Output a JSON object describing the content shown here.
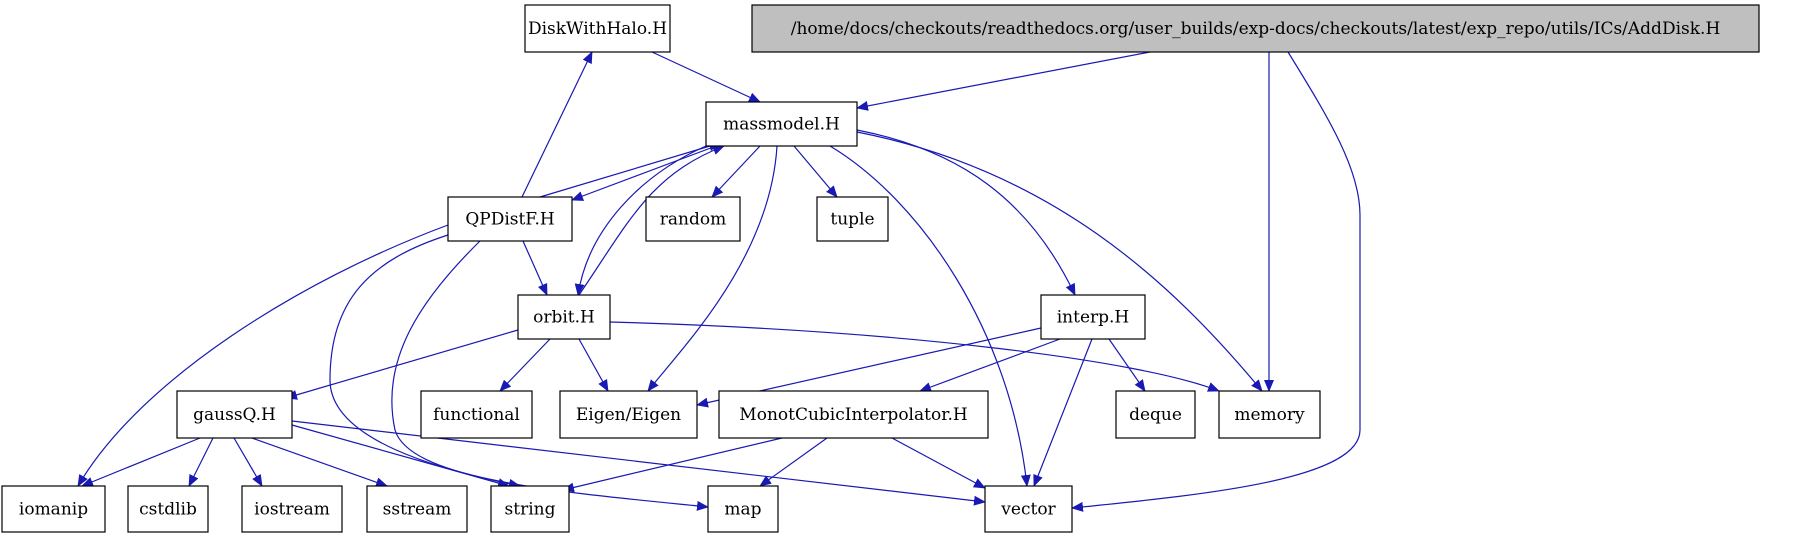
{
  "graph": {
    "edge_color": "#1919b3",
    "node_fill": "#ffffff",
    "root_fill": "#bfbfbf",
    "nodes": [
      {
        "id": "root",
        "label": "/home/docs/checkouts/readthedocs.org/user_builds/exp-docs/checkouts/latest/exp_repo/utils/ICs/AddDisk.H",
        "root": true
      },
      {
        "id": "diskwithhalo",
        "label": "DiskWithHalo.H"
      },
      {
        "id": "massmodel",
        "label": "massmodel.H"
      },
      {
        "id": "qpdistf",
        "label": "QPDistF.H"
      },
      {
        "id": "random",
        "label": "random"
      },
      {
        "id": "tuple",
        "label": "tuple"
      },
      {
        "id": "orbit",
        "label": "orbit.H"
      },
      {
        "id": "interp",
        "label": "interp.H"
      },
      {
        "id": "gaussq",
        "label": "gaussQ.H"
      },
      {
        "id": "functional",
        "label": "functional"
      },
      {
        "id": "eigen",
        "label": "Eigen/Eigen"
      },
      {
        "id": "monotcubic",
        "label": "MonotCubicInterpolator.H"
      },
      {
        "id": "deque",
        "label": "deque"
      },
      {
        "id": "memory",
        "label": "memory"
      },
      {
        "id": "iomanip",
        "label": "iomanip"
      },
      {
        "id": "cstdlib",
        "label": "cstdlib"
      },
      {
        "id": "iostream",
        "label": "iostream"
      },
      {
        "id": "sstream",
        "label": "sstream"
      },
      {
        "id": "string",
        "label": "string"
      },
      {
        "id": "map",
        "label": "map"
      },
      {
        "id": "vector",
        "label": "vector"
      }
    ],
    "edges": [
      {
        "from": "root",
        "to": "massmodel"
      },
      {
        "from": "root",
        "to": "memory"
      },
      {
        "from": "root",
        "to": "vector"
      },
      {
        "from": "diskwithhalo",
        "to": "massmodel"
      },
      {
        "from": "massmodel",
        "to": "qpdistf"
      },
      {
        "from": "massmodel",
        "to": "random"
      },
      {
        "from": "massmodel",
        "to": "tuple"
      },
      {
        "from": "massmodel",
        "to": "orbit"
      },
      {
        "from": "massmodel",
        "to": "eigen"
      },
      {
        "from": "massmodel",
        "to": "interp"
      },
      {
        "from": "massmodel",
        "to": "memory"
      },
      {
        "from": "massmodel",
        "to": "vector"
      },
      {
        "from": "qpdistf",
        "to": "diskwithhalo"
      },
      {
        "from": "qpdistf",
        "to": "massmodel"
      },
      {
        "from": "qpdistf",
        "to": "orbit"
      },
      {
        "from": "qpdistf",
        "to": "iomanip"
      },
      {
        "from": "qpdistf",
        "to": "string"
      },
      {
        "from": "qpdistf",
        "to": "map"
      },
      {
        "from": "orbit",
        "to": "massmodel"
      },
      {
        "from": "orbit",
        "to": "gaussq"
      },
      {
        "from": "orbit",
        "to": "functional"
      },
      {
        "from": "orbit",
        "to": "eigen"
      },
      {
        "from": "orbit",
        "to": "memory"
      },
      {
        "from": "interp",
        "to": "eigen"
      },
      {
        "from": "interp",
        "to": "monotcubic"
      },
      {
        "from": "interp",
        "to": "deque"
      },
      {
        "from": "interp",
        "to": "vector"
      },
      {
        "from": "gaussq",
        "to": "iomanip"
      },
      {
        "from": "gaussq",
        "to": "cstdlib"
      },
      {
        "from": "gaussq",
        "to": "iostream"
      },
      {
        "from": "gaussq",
        "to": "sstream"
      },
      {
        "from": "gaussq",
        "to": "string"
      },
      {
        "from": "gaussq",
        "to": "vector"
      },
      {
        "from": "monotcubic",
        "to": "string"
      },
      {
        "from": "monotcubic",
        "to": "map"
      },
      {
        "from": "monotcubic",
        "to": "vector"
      }
    ]
  }
}
